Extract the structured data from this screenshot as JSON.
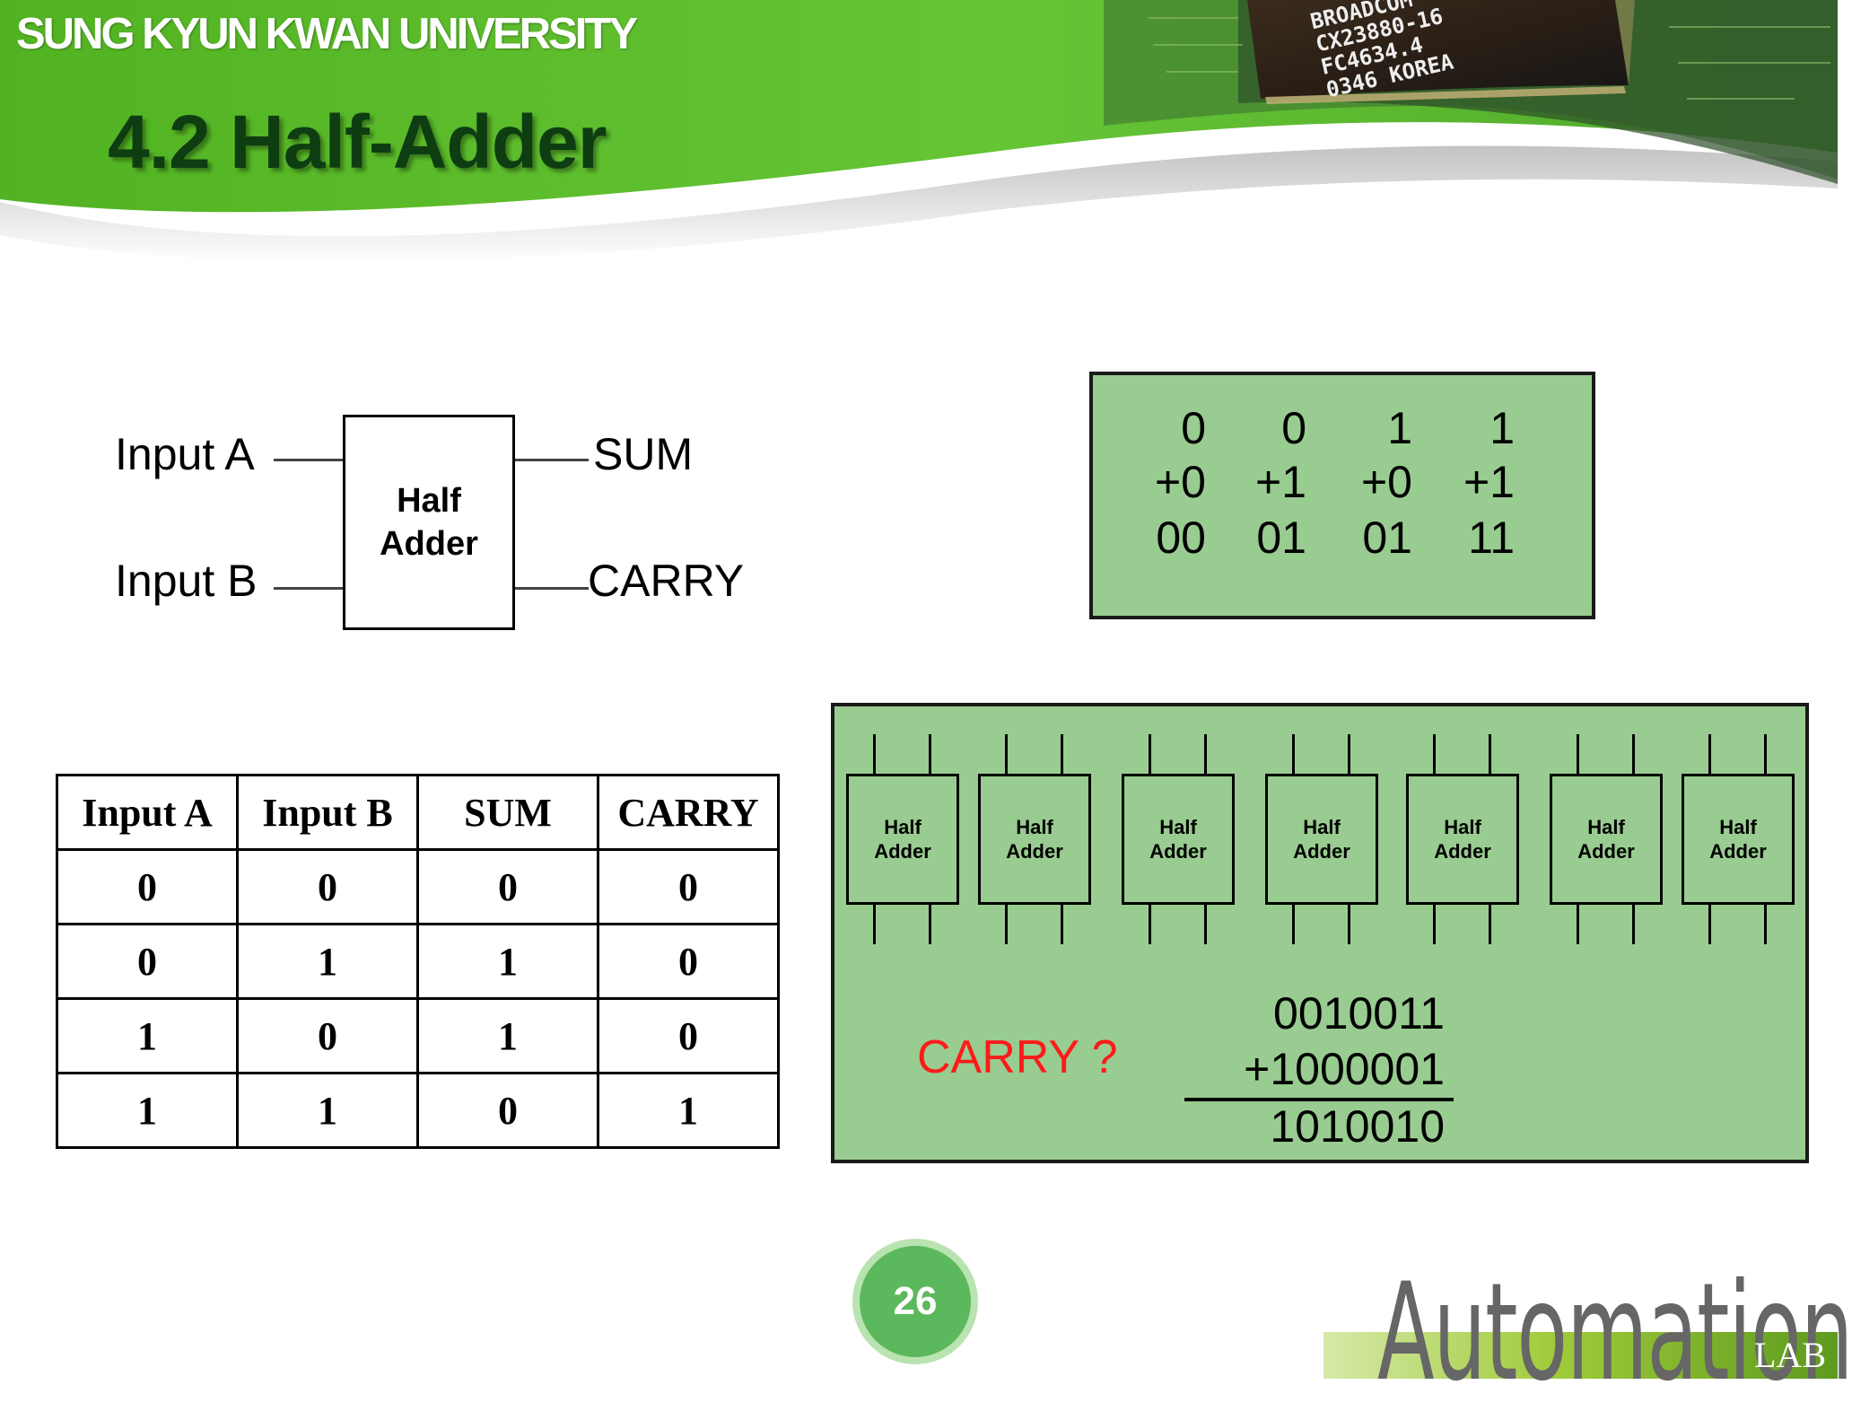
{
  "header": {
    "university": "SUNG KYUN KWAN UNIVERSITY",
    "title": "4.2 Half-Adder",
    "chip_text": "BROADCOM\nCX23880-16\nFC4634.4\n0346 KOREA"
  },
  "block_diagram": {
    "input_a": "Input A",
    "input_b": "Input B",
    "box_line1": "Half",
    "box_line2": "Adder",
    "output_sum": "SUM",
    "output_carry": "CARRY"
  },
  "sums_panel": {
    "row1": [
      "0",
      "0",
      "1",
      "1"
    ],
    "row2": [
      "+0",
      "+1",
      "+0",
      "+1"
    ],
    "row3": [
      "00",
      "01",
      "01",
      "11"
    ]
  },
  "truth_table": {
    "headers": [
      "Input A",
      "Input B",
      "SUM",
      "CARRY"
    ],
    "rows": [
      [
        "0",
        "0",
        "0",
        "0"
      ],
      [
        "0",
        "1",
        "1",
        "0"
      ],
      [
        "1",
        "0",
        "1",
        "0"
      ],
      [
        "1",
        "1",
        "0",
        "1"
      ]
    ]
  },
  "chain_panel": {
    "adder_line1": "Half",
    "adder_line2": "Adder",
    "carry_question": "CARRY ?",
    "operand1": "0010011",
    "operand2": "+1000001",
    "result": "1010010"
  },
  "footer": {
    "page_number": "26",
    "logo_main": "Automation",
    "logo_sub": "LAB"
  },
  "colors": {
    "header_green": "#5cbf2a",
    "panel_green": "#99cc90",
    "title_dark_green": "#0e3d12",
    "carry_red": "#ff1a1a"
  }
}
